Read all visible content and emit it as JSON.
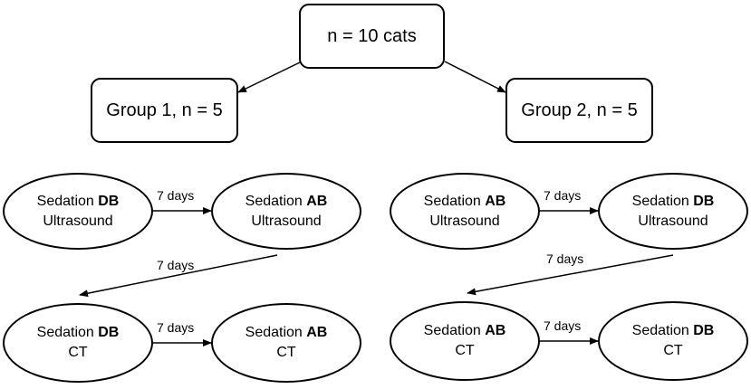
{
  "top": {
    "label": "n = 10 cats"
  },
  "groups": [
    {
      "label": "Group 1, n = 5"
    },
    {
      "label": "Group 2, n = 5"
    }
  ],
  "nodes": {
    "g1_us_1": {
      "prefix": "Sedation ",
      "drug": "DB",
      "modality": "Ultrasound"
    },
    "g1_us_2": {
      "prefix": "Sedation ",
      "drug": "AB",
      "modality": "Ultrasound"
    },
    "g1_ct_1": {
      "prefix": "Sedation ",
      "drug": "DB",
      "modality": "CT"
    },
    "g1_ct_2": {
      "prefix": "Sedation ",
      "drug": "AB",
      "modality": "CT"
    },
    "g2_us_1": {
      "prefix": "Sedation ",
      "drug": "AB",
      "modality": "Ultrasound"
    },
    "g2_us_2": {
      "prefix": "Sedation ",
      "drug": "DB",
      "modality": "Ultrasound"
    },
    "g2_ct_1": {
      "prefix": "Sedation ",
      "drug": "AB",
      "modality": "CT"
    },
    "g2_ct_2": {
      "prefix": "Sedation ",
      "drug": "DB",
      "modality": "CT"
    }
  },
  "intervals": {
    "g1_us": "7 days",
    "g1_diag": "7 days",
    "g1_ct": "7 days",
    "g2_us": "7 days",
    "g2_diag": "7 days",
    "g2_ct": "7 days"
  },
  "colors": {
    "stroke": "#000000",
    "background": "#ffffff"
  }
}
